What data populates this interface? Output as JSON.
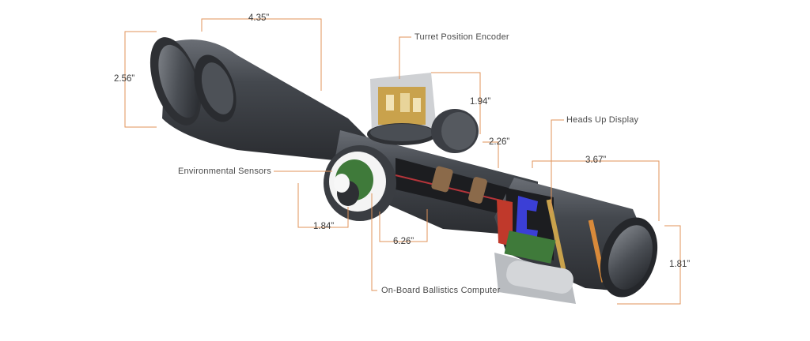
{
  "labels": {
    "turret_encoder": "Turret Position Encoder",
    "heads_up_display": "Heads Up Display",
    "environmental_sensors": "Environmental Sensors",
    "ballistics_computer": "On-Board Ballistics Computer"
  },
  "dimensions": {
    "overall_height": "2.56”",
    "objective_length": "4.35”",
    "turret_height": "1.94”",
    "tube_diameter": "2.26”",
    "eyepiece_length": "3.67”",
    "eyepiece_diameter": "1.81”",
    "sensor_housing": "1.84”",
    "mid_section": "6.26”"
  },
  "colors": {
    "callout_line": "#e0935a",
    "leader_line": "#e0935a",
    "body_dark": "#3a3d42",
    "accent_red": "#c0392b",
    "accent_blue": "#3b3fd6",
    "pcb_green": "#3f7a3a"
  }
}
